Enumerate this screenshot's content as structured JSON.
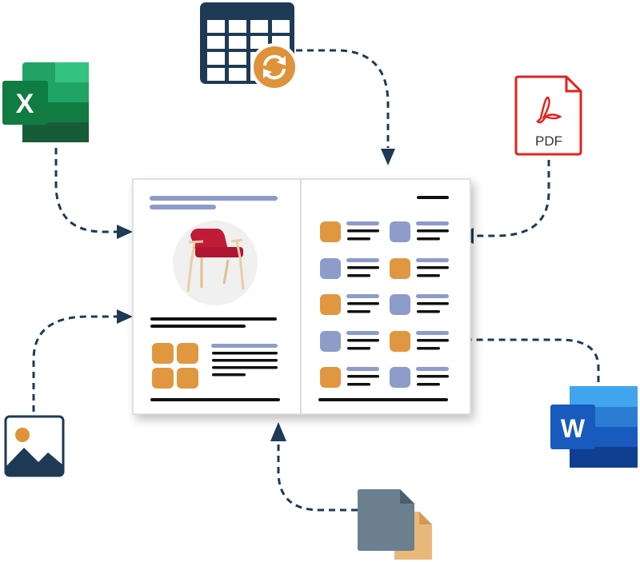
{
  "icons": {
    "excel": {
      "letter": "X",
      "color": "#107c41"
    },
    "word": {
      "letter": "W",
      "color": "#185abd"
    },
    "pdf": {
      "label": "PDF",
      "color": "#e3231f"
    },
    "table_sync": {
      "color": "#1e3a55",
      "accent": "#e0923a"
    },
    "image": {
      "color": "#1e3a55",
      "accent": "#e0923a"
    },
    "files": {
      "primary": "#6b7f8e",
      "secondary": "#e8b97a"
    }
  },
  "colors": {
    "arrow": "#1e3a55",
    "orange": "#e0973f",
    "blue": "#8d9cc8",
    "text_line": "#111111"
  }
}
